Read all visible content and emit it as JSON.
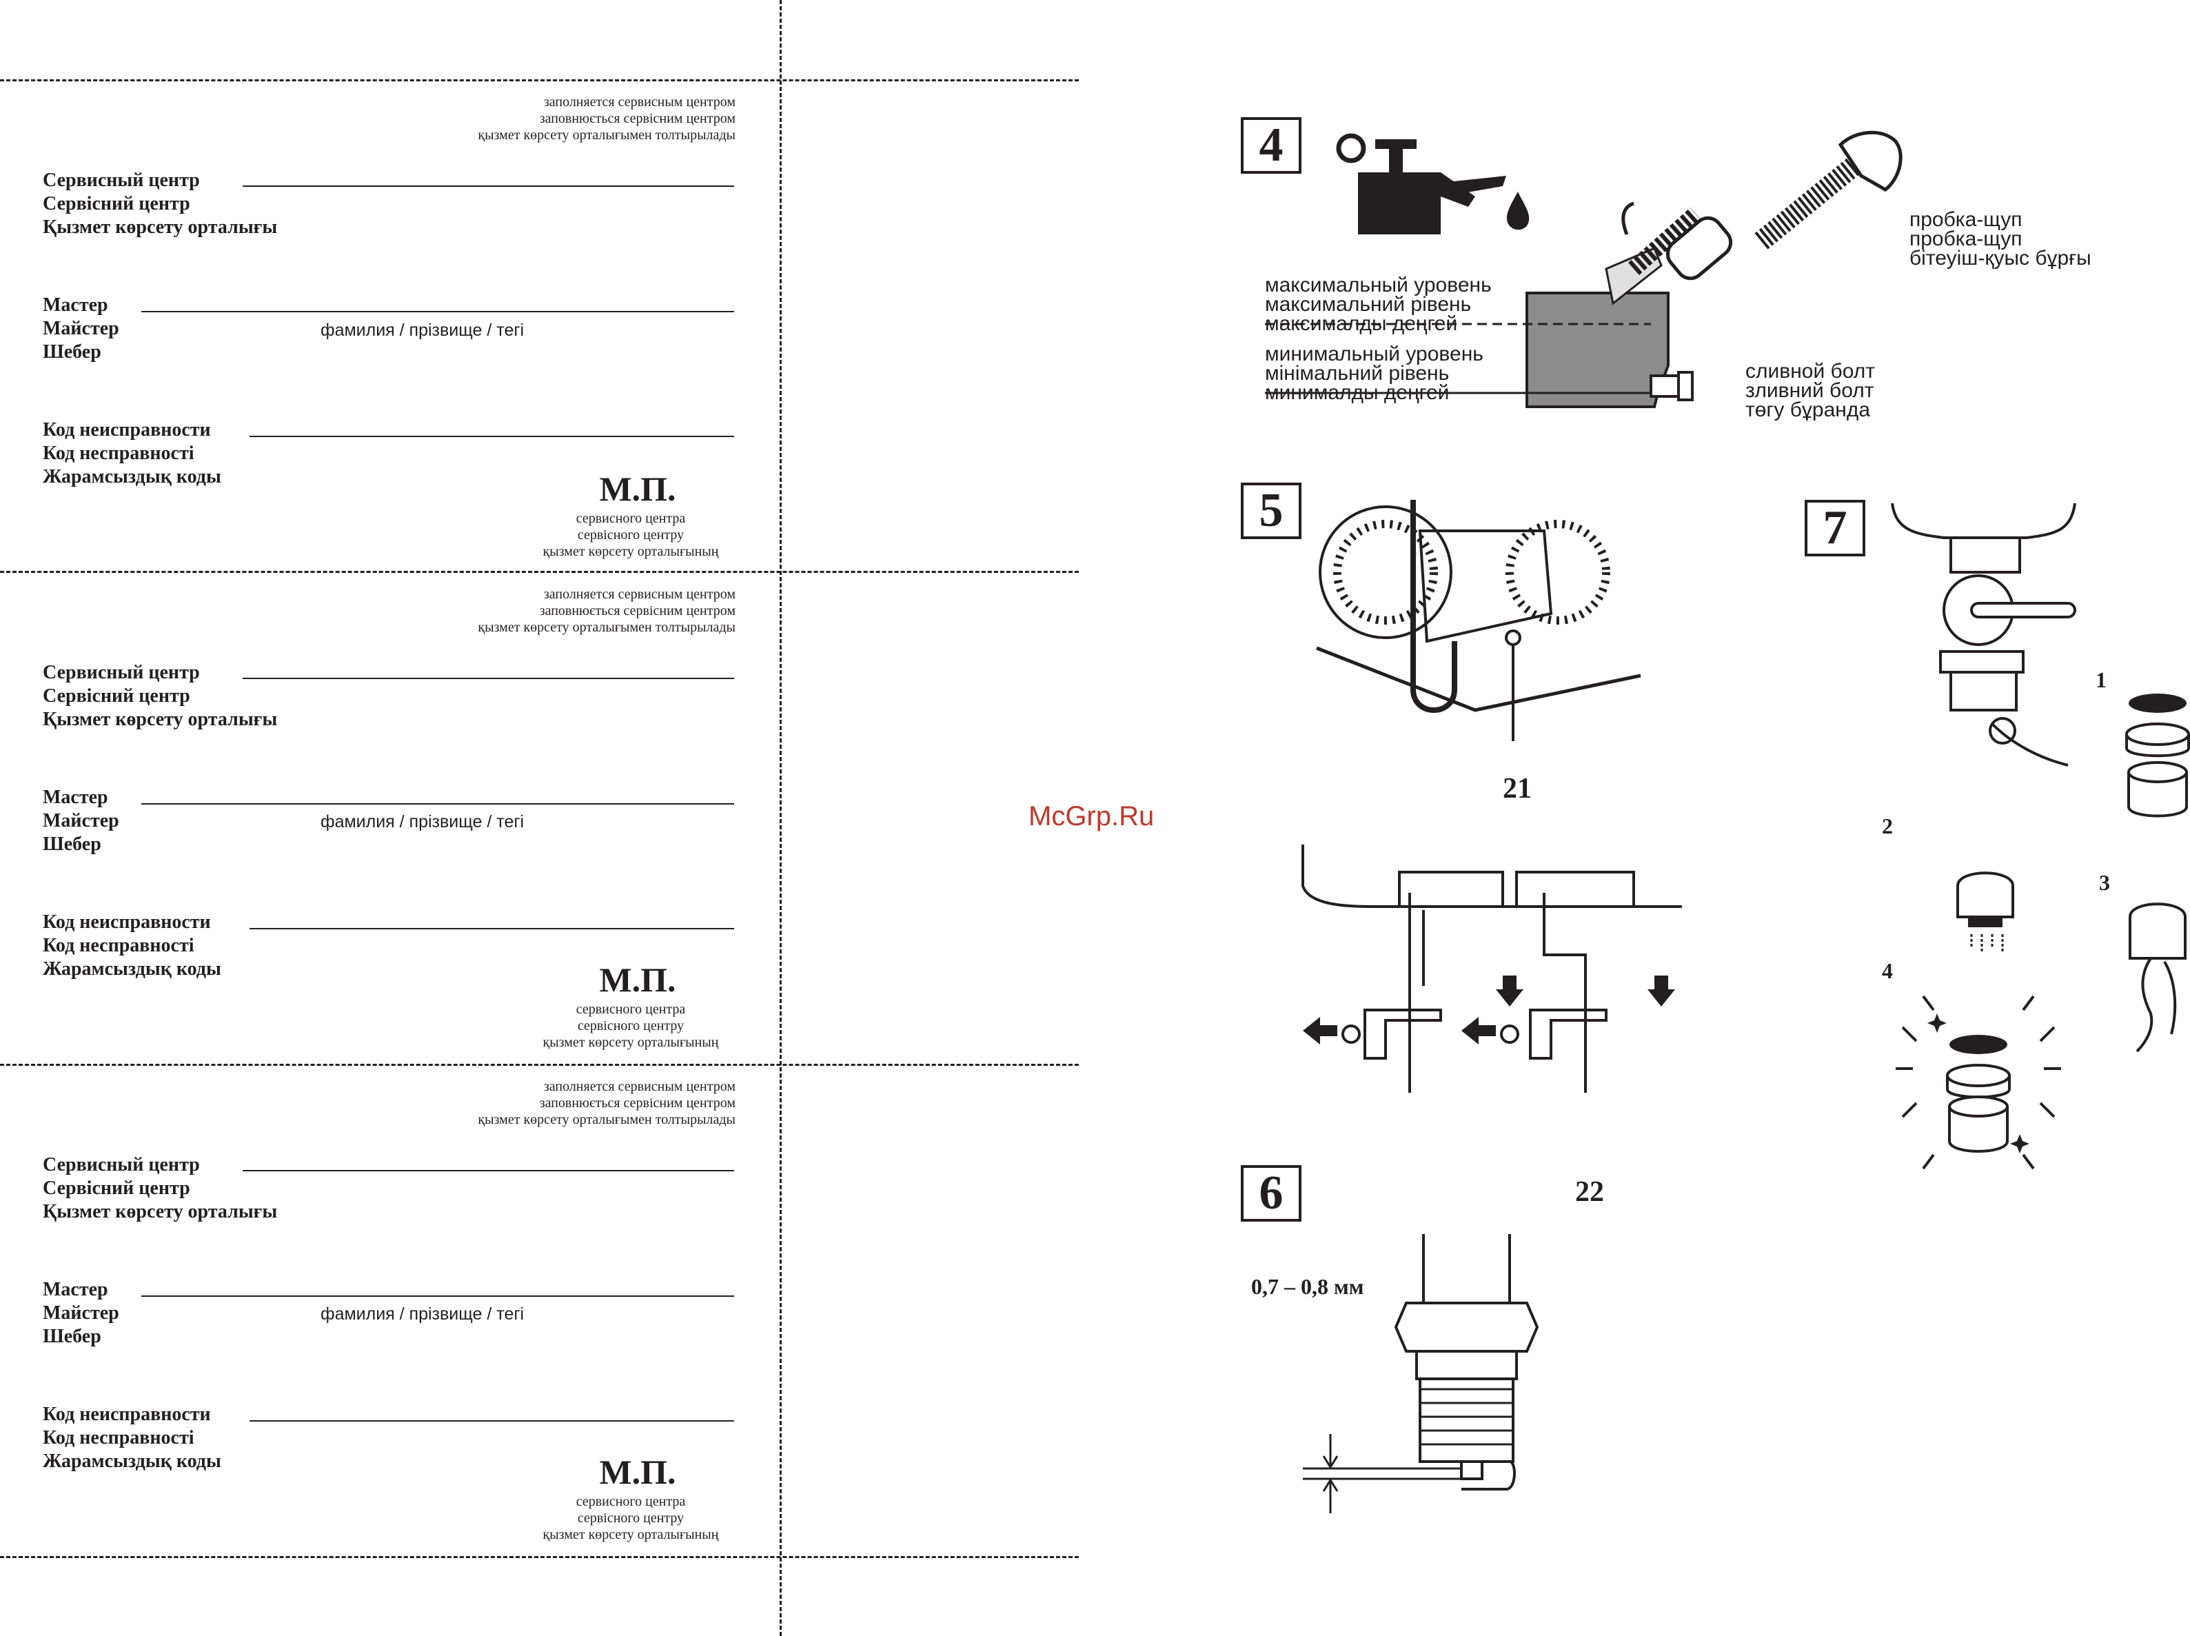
{
  "coupons": [
    {
      "fill_note": [
        "заполняется сервисным центром",
        "заповнюється сервісним центром",
        "қызмет көрсету орталығымен толтырылады"
      ],
      "service_center": [
        "Сервисный центр",
        "Сервісний центр",
        "Қызмет көрсету орталығы"
      ],
      "master": [
        "Мастер",
        "Майстер",
        "Шебер"
      ],
      "name_hint": "фамилия / прізвище / тегі",
      "fault_code": [
        "Код неисправности",
        "Код несправності",
        "Жарамсыздық коды"
      ],
      "stamp": "М.П.",
      "stamp_sub": [
        "сервисного центра",
        "сервісного центру",
        "қызмет көрсету орталығының"
      ]
    },
    {
      "fill_note": [
        "заполняется сервисным центром",
        "заповнюється сервісним центром",
        "қызмет көрсету орталығымен толтырылады"
      ],
      "service_center": [
        "Сервисный центр",
        "Сервісний центр",
        "Қызмет көрсету орталығы"
      ],
      "master": [
        "Мастер",
        "Майстер",
        "Шебер"
      ],
      "name_hint": "фамилия / прізвище / тегі",
      "fault_code": [
        "Код неисправности",
        "Код несправності",
        "Жарамсыздық коды"
      ],
      "stamp": "М.П.",
      "stamp_sub": [
        "сервисного центра",
        "сервісного центру",
        "қызмет көрсету орталығының"
      ]
    },
    {
      "fill_note": [
        "заполняется сервисным центром",
        "заповнюється сервісним центром",
        "қызмет көрсету орталығымен толтырылады"
      ],
      "service_center": [
        "Сервисный центр",
        "Сервісний центр",
        "Қызмет көрсету орталығы"
      ],
      "master": [
        "Мастер",
        "Майстер",
        "Шебер"
      ],
      "name_hint": "фамилия / прізвище / тегі",
      "fault_code": [
        "Код неисправности",
        "Код несправності",
        "Жарамсыздық коды"
      ],
      "stamp": "М.П.",
      "stamp_sub": [
        "сервисного центра",
        "сервісного центру",
        "қызмет көрсету орталығының"
      ]
    }
  ],
  "watermark": "McGrp.Ru",
  "watermark_color": "#c0392b",
  "steps": {
    "step4": {
      "number": "4",
      "max_level": [
        "максимальный уровень",
        "максимальний рівень",
        "максималды деңгей"
      ],
      "min_level": [
        "минимальный уровень",
        "мінімальний рівень",
        "минималды деңгей"
      ],
      "dipstick": [
        "пробка-щуп",
        "пробка-щуп",
        "бітеуіш-қуыс бұрғы"
      ],
      "drain_bolt": [
        "сливной болт",
        "зливний болт",
        "төгу бұранда"
      ]
    },
    "step5": {
      "number": "5",
      "ref_a": "21",
      "ref_b": "22"
    },
    "step6": {
      "number": "6",
      "gap": "0,7 – 0,8 мм"
    },
    "step7": {
      "number": "7",
      "sub": [
        "1",
        "2",
        "3",
        "4"
      ]
    }
  }
}
